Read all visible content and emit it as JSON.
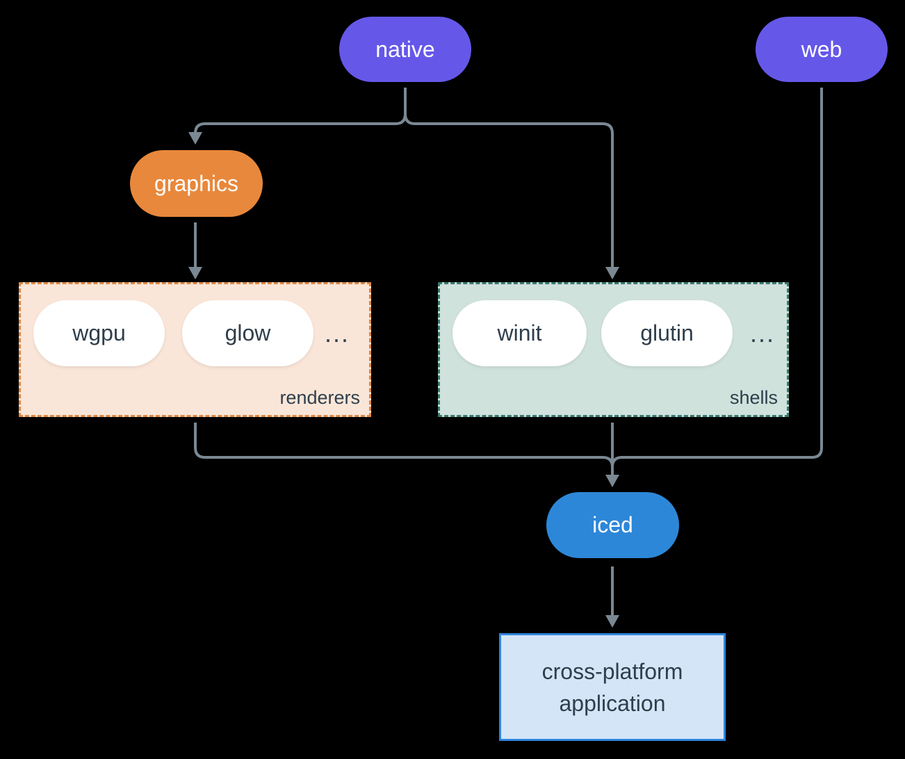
{
  "diagram": {
    "nodes": {
      "native": {
        "label": "native"
      },
      "web": {
        "label": "web"
      },
      "graphics": {
        "label": "graphics"
      },
      "iced": {
        "label": "iced"
      },
      "application": {
        "label": "cross-platform application"
      }
    },
    "groups": {
      "renderers": {
        "label": "renderers",
        "items": [
          "wgpu",
          "glow"
        ],
        "more": "..."
      },
      "shells": {
        "label": "shells",
        "items": [
          "winit",
          "glutin"
        ],
        "more": "..."
      }
    }
  },
  "colors": {
    "background": "#000000",
    "node_purple": "#6558E9",
    "node_orange": "#E8883C",
    "node_blue": "#2D87D8",
    "edge_line": "#7A8893",
    "text_dark": "#2F3E4B",
    "text_light": "#FFFFFF",
    "inner_pill_fill": "#FFFFFF",
    "renderers_fill": "#FAE6D8",
    "renderers_border": "#DE8845",
    "shells_fill": "#D0E2DC",
    "shells_border": "#3A7A6E",
    "application_fill": "#D4E5F7",
    "application_border": "#2F85DC"
  }
}
